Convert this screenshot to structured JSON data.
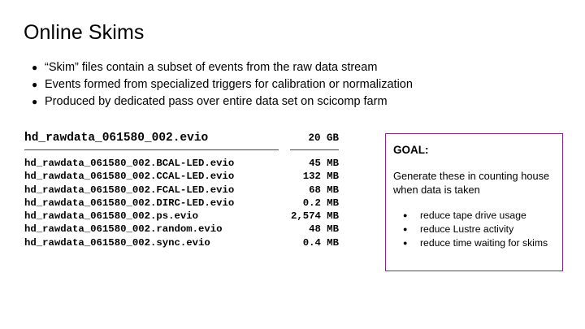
{
  "slide": {
    "title": "Online Skims",
    "bullets": [
      "“Skim” files contain a subset of events from the raw data stream",
      "Events formed from specialized triggers for calibration or normalization",
      "Produced by dedicated pass over entire data set on scicomp farm"
    ],
    "bullet_glyph": "●"
  },
  "file_listing": {
    "header": {
      "name": "hd_rawdata_061580_002.evio",
      "size": "20 GB"
    },
    "rows": [
      {
        "name": "hd_rawdata_061580_002.BCAL-LED.evio",
        "size": "45 MB"
      },
      {
        "name": "hd_rawdata_061580_002.CCAL-LED.evio",
        "size": "132 MB"
      },
      {
        "name": "hd_rawdata_061580_002.FCAL-LED.evio",
        "size": "68 MB"
      },
      {
        "name": "hd_rawdata_061580_002.DIRC-LED.evio",
        "size": "0.2 MB"
      },
      {
        "name": "hd_rawdata_061580_002.ps.evio",
        "size": "2,574 MB"
      },
      {
        "name": "hd_rawdata_061580_002.random.evio",
        "size": "48 MB"
      },
      {
        "name": "hd_rawdata_061580_002.sync.evio",
        "size": "0.4 MB"
      }
    ]
  },
  "goal_box": {
    "title": "GOAL:",
    "description": "Generate these in counting house when data is taken",
    "bullet_glyph": "●",
    "bullets": [
      "reduce tape drive usage",
      "reduce Lustre activity",
      "reduce time waiting for skims"
    ],
    "border_color": "#7B2D7B"
  }
}
